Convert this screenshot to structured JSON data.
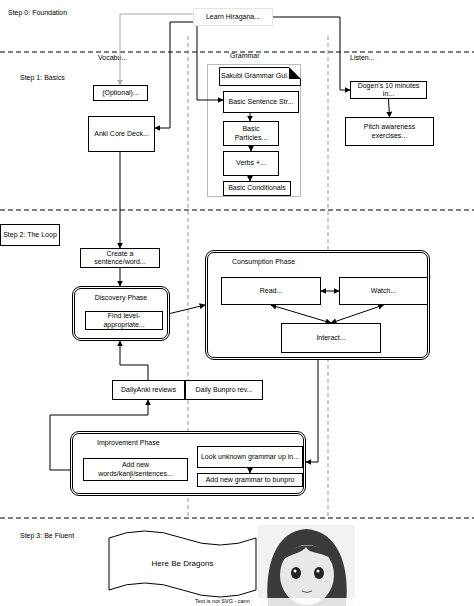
{
  "diagram": {
    "nodes": [
      {
        "text": [
          "Learn Hiragana..."
        ]
      },
      {
        "text": [
          "(Optional)..."
        ]
      },
      {
        "text": [
          "Anki Core Deck..."
        ]
      },
      {
        "text": [
          "Grammar"
        ]
      },
      {
        "text": [
          "Sakubi Grammar Gui..."
        ],
        "in": 3
      },
      {
        "text": [
          "Basic Sentence Str..."
        ],
        "in": 3
      },
      {
        "text": [
          "Basic Particles..."
        ],
        "in": 3
      },
      {
        "text": [
          "Verbs +..."
        ],
        "in": 3
      },
      {
        "text": [
          "Basic Conditionals"
        ],
        "in": 3
      },
      {
        "text": [
          "Dogen's 10 minutes in..."
        ]
      },
      {
        "text": [
          "Pitch awareness exercises..."
        ]
      },
      {
        "text": [
          "Step 2: The Loop"
        ]
      },
      {
        "text": [
          "Create a sentence/word..."
        ]
      },
      {
        "text": [
          "Discovery Phase"
        ]
      },
      {
        "text": [
          "Find level-appropriate..."
        ],
        "in": 13
      },
      {
        "text": [
          "Consumption Phase"
        ]
      },
      {
        "text": [
          "Read..."
        ],
        "in": 15
      },
      {
        "text": [
          "Watch..."
        ],
        "in": 15
      },
      {
        "text": [
          "Interact..."
        ],
        "in": 15
      },
      {
        "text": [
          "DailyAnki reviews"
        ]
      },
      {
        "text": [
          "Daily Bunpro rev..."
        ]
      },
      {
        "text": [
          "Improvement Phase"
        ]
      },
      {
        "text": [
          "Add new words/kanji/sentences..."
        ],
        "in": 21
      },
      {
        "text": [
          "Look unknown grammar up in..."
        ],
        "in": 21
      },
      {
        "text": [
          "Add new grammar to bunpro"
        ],
        "in": 21
      },
      {
        "text": [
          "Here Be Dragons"
        ]
      }
    ],
    "edges": [
      {
        "from": 0,
        "to": 1,
        "arrow": "to"
      },
      {
        "from": 0,
        "to": 2,
        "arrow": "to"
      },
      {
        "from": 0,
        "to": 5,
        "arrow": "to"
      },
      {
        "from": 0,
        "to": 9,
        "arrow": "to"
      },
      {
        "from": 9,
        "to": 10,
        "arrow": "to"
      },
      {
        "from": 5,
        "to": 6,
        "arrow": "to"
      },
      {
        "from": 6,
        "to": 7,
        "arrow": "to"
      },
      {
        "from": 7,
        "to": 8,
        "arrow": "to"
      },
      {
        "from": 2,
        "to": 12,
        "arrow": "to"
      },
      {
        "from": 12,
        "to": 13,
        "arrow": "to"
      },
      {
        "from": 13,
        "to": 15,
        "arrow": "to"
      },
      {
        "from": 16,
        "to": 17,
        "arrow": "both"
      },
      {
        "from": 16,
        "to": 18,
        "arrow": "both"
      },
      {
        "from": 17,
        "to": 18,
        "arrow": "both"
      },
      {
        "from": 15,
        "to": 21,
        "arrow": "to"
      },
      {
        "from": 21,
        "to": 19,
        "arrow": "to"
      },
      {
        "from": 19,
        "to": 13,
        "arrow": "to"
      },
      {
        "from": 23,
        "to": 24,
        "arrow": "to"
      }
    ],
    "labels": [
      "Step 0: Foundation",
      "Vocabu...",
      "Listen...",
      "Step 1: Basics",
      "Step 3: Be Fluent",
      "Text is not SVG - cann"
    ]
  }
}
